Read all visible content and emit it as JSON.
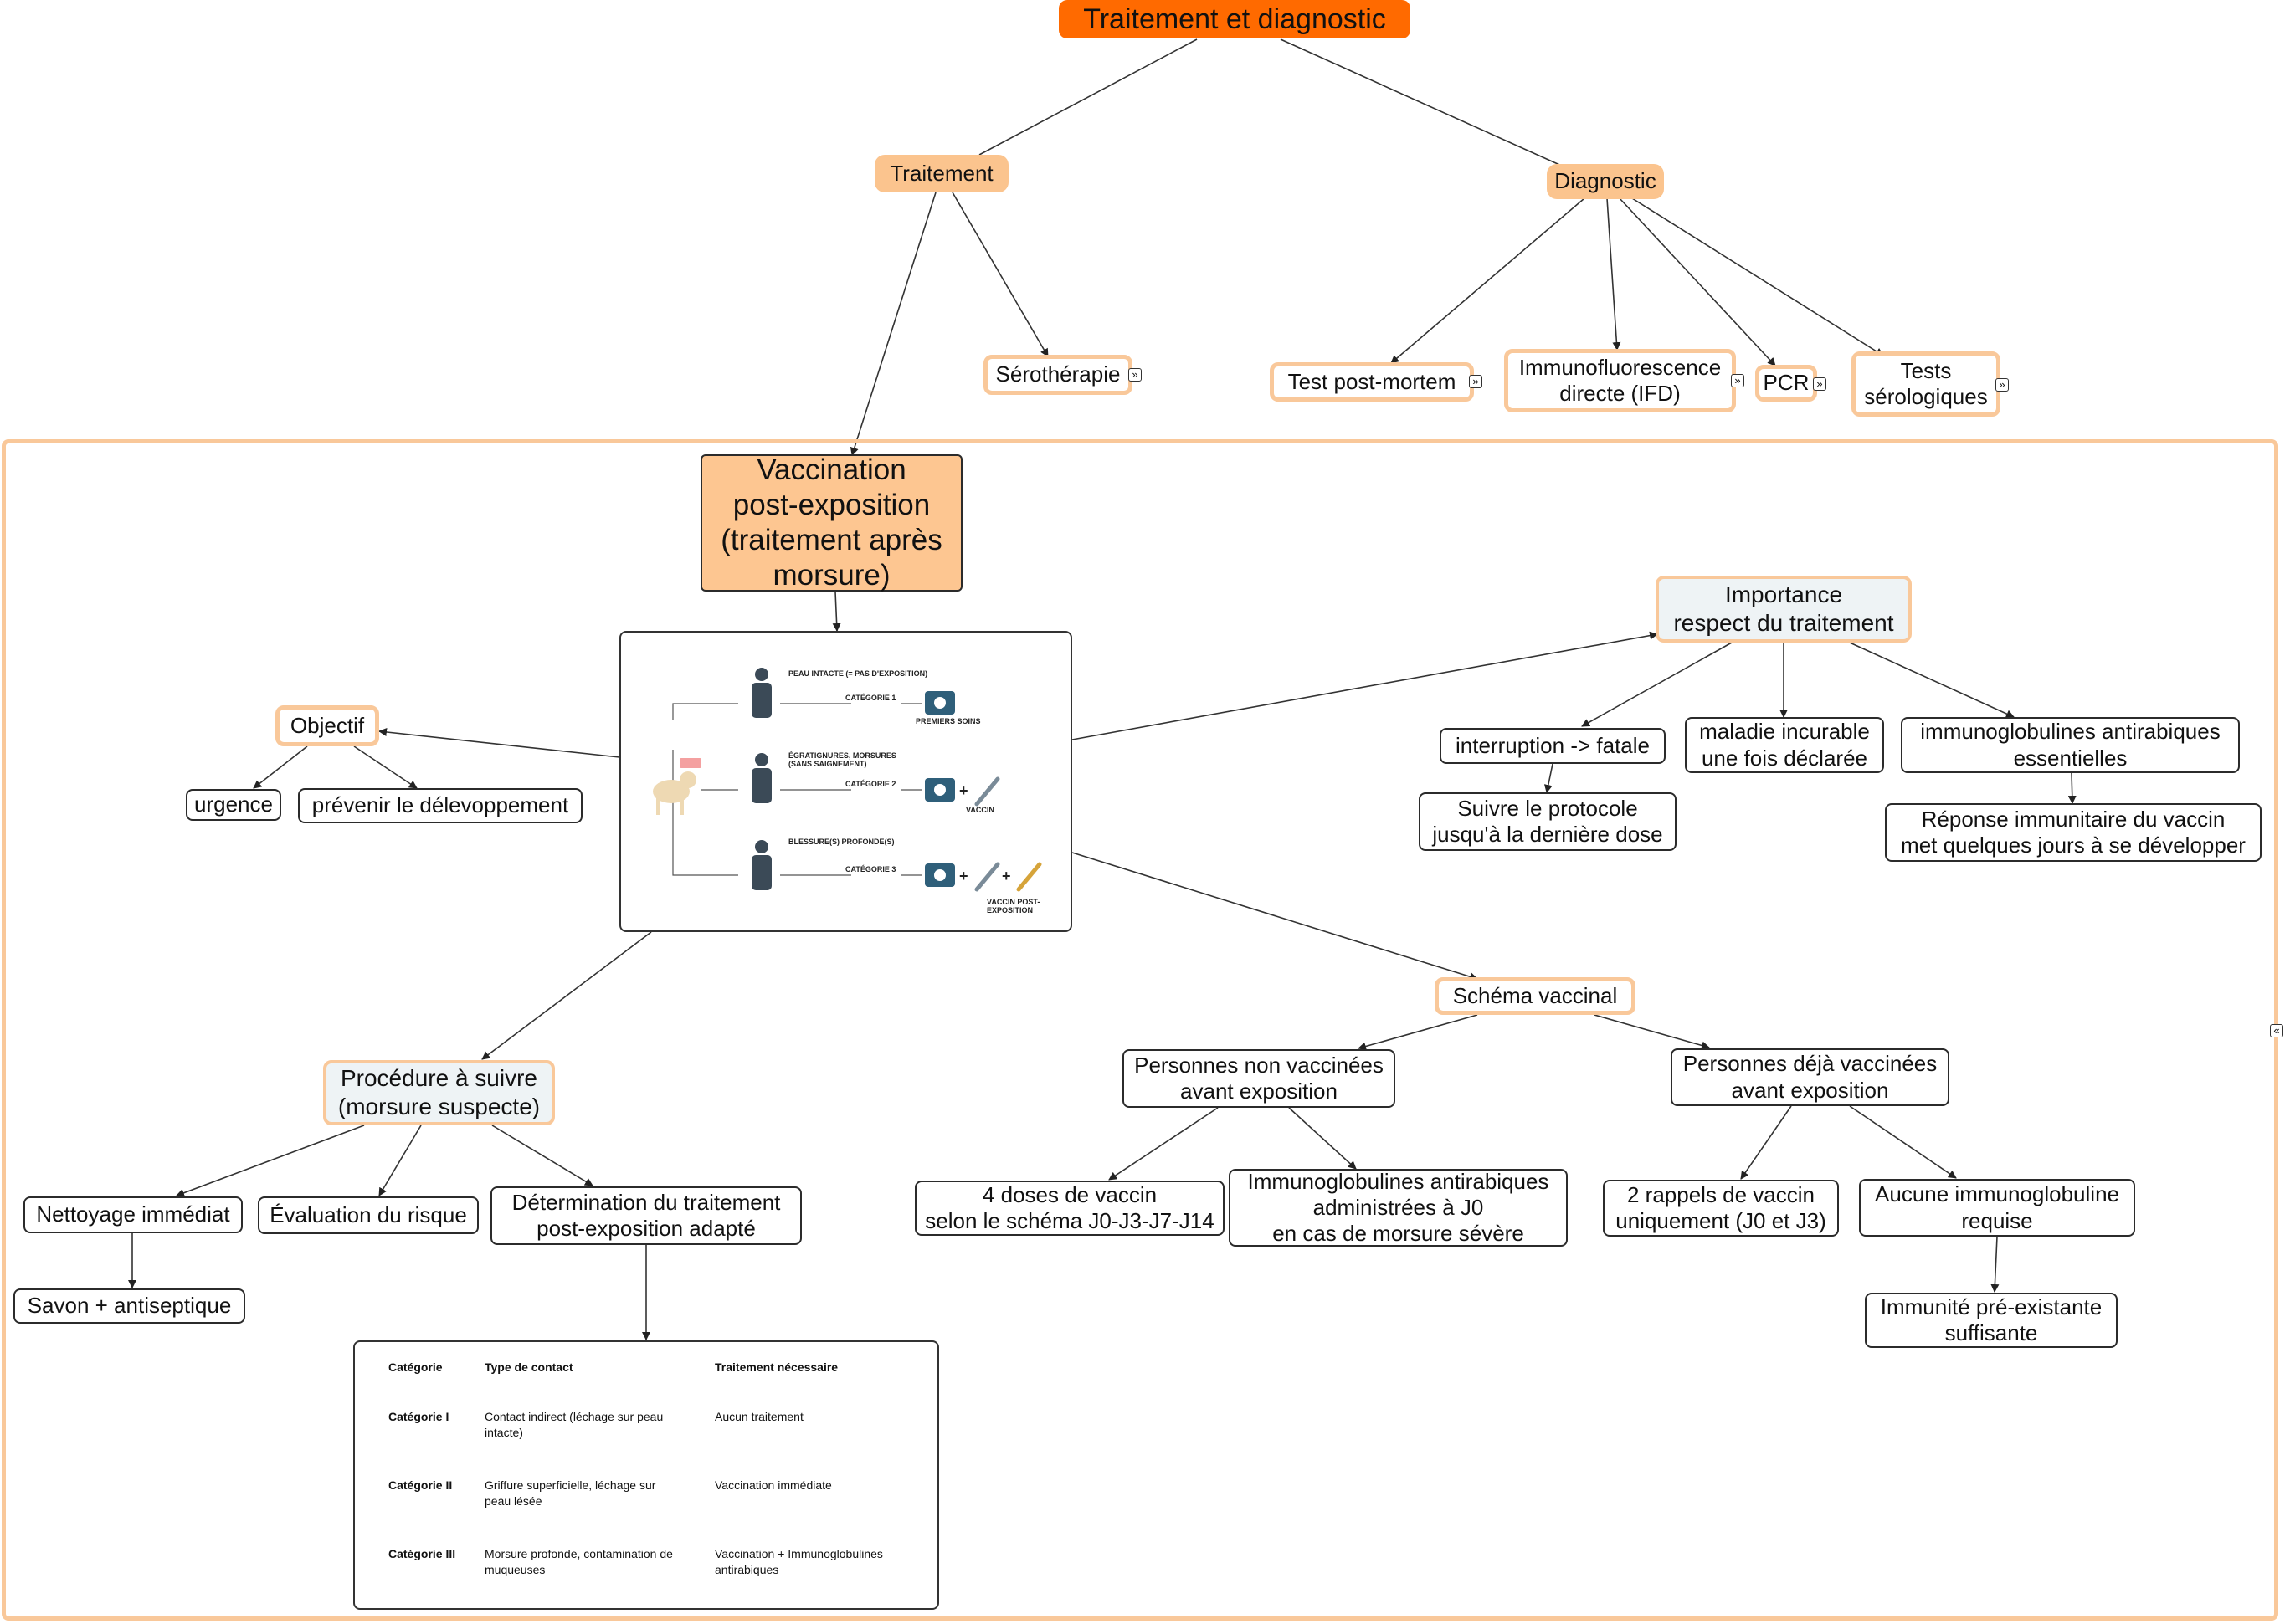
{
  "title": "Traitement et diagnostic",
  "branches": {
    "traitement": "Traitement",
    "diagnostic": "Diagnostic"
  },
  "traitement_children": {
    "serotherapie": "Sérothérapie",
    "vaccination": "Vaccination\npost-exposition\n(traitement après\nmorsure)"
  },
  "diagnostic_children": {
    "post_mortem": "Test post-mortem",
    "ifd": "Immunofluorescence\ndirecte (IFD)",
    "pcr": "PCR",
    "serologie": "Tests\nsérologiques"
  },
  "expand_glyph": "»",
  "collapse_glyph": "«",
  "infographic": {
    "tag": "",
    "rows": [
      {
        "situation": "PEAU INTACTE (= PAS D'EXPOSITION)",
        "categorie": "CATÉGORIE 1",
        "caption": "PREMIERS SOINS"
      },
      {
        "situation": "ÉGRATIGNURES, MORSURES\n(SANS SAIGNEMENT)",
        "categorie": "CATÉGORIE 2",
        "caption": "VACCIN"
      },
      {
        "situation": "BLESSURE(S) PROFONDE(S)",
        "categorie": "CATÉGORIE 3",
        "caption": "VACCIN POST-EXPOSITION"
      }
    ]
  },
  "objectif": {
    "label": "Objectif",
    "items": [
      "urgence",
      "prévenir le délevoppement"
    ]
  },
  "importance": {
    "label": "Importance\nrespect du traitement",
    "interruption": "interruption -> fatale",
    "suivre": "Suivre le protocole\njusqu'à la dernière dose",
    "incurable": "maladie incurable\nune fois déclarée",
    "immunoglobulines": "immunoglobulines antirabiques\nessentielles",
    "reponse": "Réponse immunitaire du vaccin\nmet quelques jours à se développer"
  },
  "schema": {
    "label": "Schéma vaccinal",
    "non_vaccinees": "Personnes non vaccinées\navant exposition",
    "doses": "4 doses de vaccin\nselon le schéma J0-J3-J7-J14",
    "ig_severe": "Immunoglobulines antirabiques\nadministrées à J0\nen cas de morsure sévère",
    "deja_vaccinees": "Personnes déjà vaccinées\navant exposition",
    "rappels": "2 rappels de vaccin\nuniquement (J0 et J3)",
    "aucune": "Aucune immunoglobuline\nrequise",
    "immunite": "Immunité pré-existante\nsuffisante"
  },
  "procedure": {
    "label": "Procédure à suivre\n(morsure suspecte)",
    "nettoyage": "Nettoyage immédiat",
    "savon": "Savon + antiseptique",
    "evaluation": "Évaluation du risque",
    "determination": "Détermination du traitement\npost-exposition adapté"
  },
  "table": {
    "headers": [
      "Catégorie",
      "Type de contact",
      "Traitement nécessaire"
    ],
    "rows": [
      [
        "Catégorie I",
        "Contact indirect (léchage sur peau\nintacte)",
        "Aucun traitement"
      ],
      [
        "Catégorie II",
        "Griffure superficielle, léchage sur\npeau lésée",
        "Vaccination immédiate"
      ],
      [
        "Catégorie III",
        "Morsure profonde, contamination de\nmuqueuses",
        "Vaccination + Immunoglobulines\nantirabiques"
      ]
    ]
  },
  "colors": {
    "root": "#ff6a00",
    "branch_fill": "#fbc48e",
    "frame_border": "#f9c89a",
    "cream": "#eef3f5"
  }
}
